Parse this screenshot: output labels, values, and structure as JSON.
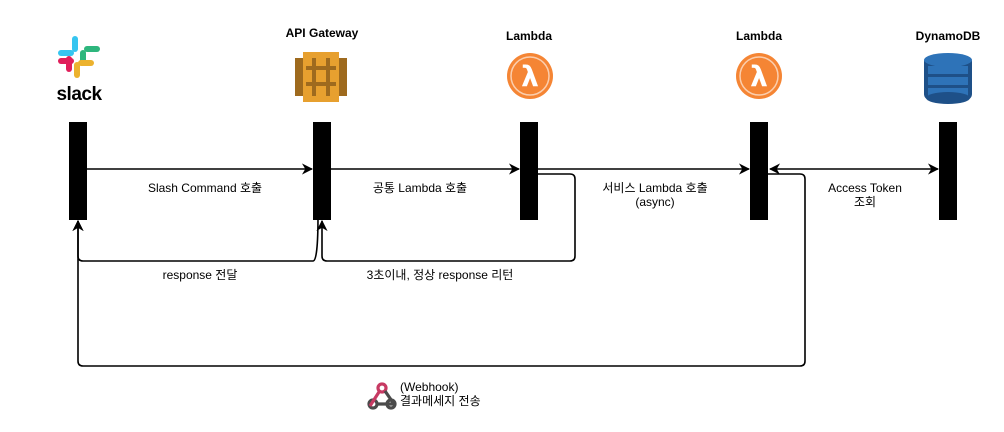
{
  "participants": {
    "slack": {
      "logo_text": "slack",
      "icon": "slack-logo-icon"
    },
    "api_gateway": {
      "title": "API Gateway",
      "icon": "api-gateway-icon"
    },
    "lambda_common": {
      "title": "Lambda",
      "icon": "lambda-icon"
    },
    "lambda_service": {
      "title": "Lambda",
      "icon": "lambda-icon"
    },
    "dynamodb": {
      "title": "DynamoDB",
      "icon": "dynamodb-icon"
    }
  },
  "messages": {
    "slash_command": "Slash Command 호출",
    "common_lambda": "공통 Lambda 호출",
    "service_lambda_line1": "서비스 Lambda 호출",
    "service_lambda_line2": "(async)",
    "access_token_line1": "Access Token",
    "access_token_line2": "조회",
    "response_forward": "response 전달",
    "normal_response": "3초이내, 정상 response 리턴",
    "webhook_line1": "(Webhook)",
    "webhook_line2": "결과메세지 전송"
  },
  "colors": {
    "line": "#000000",
    "lambda_orange": "#f58534",
    "api_gateway_orange": "#e7a02f",
    "api_gateway_dark": "#9e6a1e",
    "dynamodb_blue": "#2e73b8",
    "dynamodb_dark": "#1e5088",
    "webhook_red": "#c73a63",
    "webhook_dark": "#4b4b4b"
  }
}
